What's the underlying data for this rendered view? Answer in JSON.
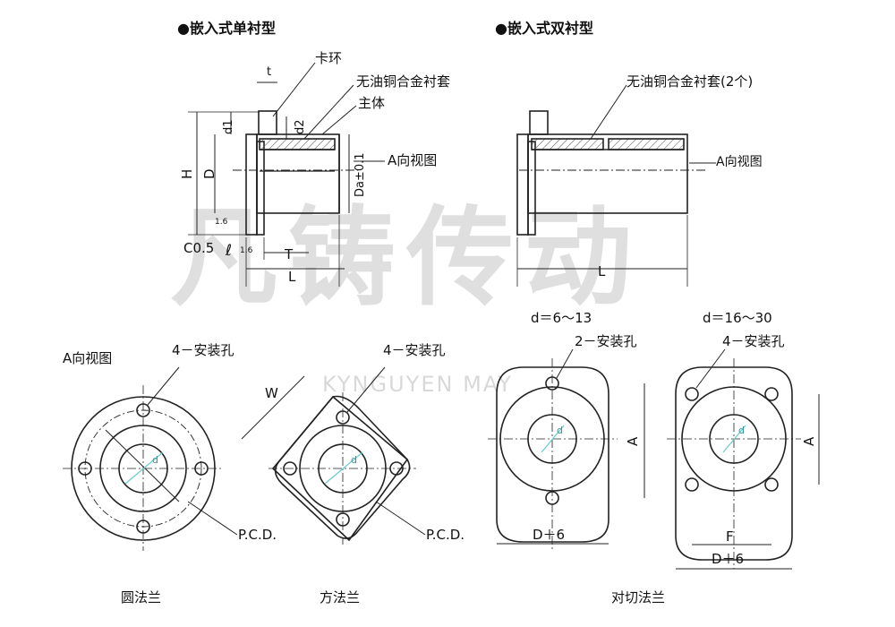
{
  "titles": {
    "single": "●嵌入式单衬型",
    "double": "●嵌入式双衬型"
  },
  "single_side": {
    "snap_ring": "卡环",
    "bushing": "无油铜合金衬套",
    "body": "主体",
    "a_view": "A向视图",
    "t": "t",
    "d1": "d1",
    "d2": "d2",
    "H": "H",
    "D": "D",
    "Da": "Da±0.1",
    "chamfer": "C0.5",
    "l": "ℓ",
    "T": "T",
    "L": "L",
    "rough1": "1.6",
    "rough2": "1.6"
  },
  "double_side": {
    "bushing": "无油铜合金衬套(2个)",
    "a_view": "A向视图",
    "L": "L"
  },
  "front_views": {
    "a_view_label": "A向视图",
    "round": {
      "holes": "4－安装孔",
      "pcd": "P.C.D.",
      "d": "d",
      "caption": "圆法兰"
    },
    "square": {
      "holes": "4－安装孔",
      "pcd": "P.C.D.",
      "w": "W",
      "d": "d",
      "caption": "方法兰"
    },
    "cut_small": {
      "range": "d＝6～13",
      "holes": "2－安装孔",
      "A": "A",
      "width": "D＋6",
      "d": "d"
    },
    "cut_large": {
      "range": "d＝16～30",
      "holes": "4－安装孔",
      "A": "A",
      "F": "F",
      "width": "D＋6",
      "d": "d"
    },
    "cut_caption": "对切法兰"
  },
  "watermark": {
    "main": "凡铸传动",
    "sub": "KYNGUYEN MAY"
  }
}
